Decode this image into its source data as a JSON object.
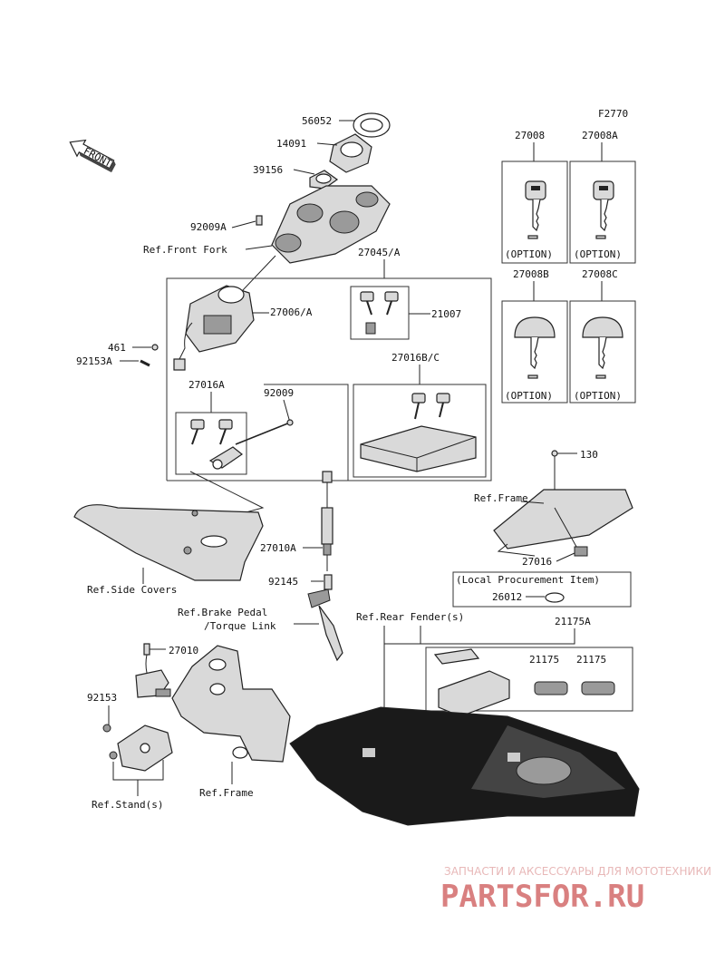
{
  "diagram_id": "F2770",
  "front_label": "FRONT",
  "labels": {
    "p56052": "56052",
    "p14091": "14091",
    "p39156": "39156",
    "p92009A": "92009A",
    "ref_front_fork": "Ref.Front Fork",
    "p27045A": "27045/A",
    "p27006A": "27006/A",
    "p21007": "21007",
    "p461": "461",
    "p92153A": "92153A",
    "p27016BC": "27016B/C",
    "p27016A": "27016A",
    "p92009": "92009",
    "p27008": "27008",
    "p27008A": "27008A",
    "p27008B": "27008B",
    "p27008C": "27008C",
    "option": "(OPTION)",
    "p130": "130",
    "ref_frame_1": "Ref.Frame",
    "p27016": "27016",
    "local_procurement": "(Local Procurement Item)",
    "p26012": "26012",
    "p27010A": "27010A",
    "p92145": "92145",
    "ref_side_covers": "Ref.Side Covers",
    "ref_brake_pedal": "Ref.Brake Pedal",
    "torque_link": "/Torque Link",
    "ref_rear_fender": "Ref.Rear Fender(s)",
    "p21175A": "21175A",
    "p21175_1": "21175",
    "p21175_2": "21175",
    "p27010": "27010",
    "p92153": "92153",
    "ref_stand": "Ref.Stand(s)",
    "ref_frame_2": "Ref.Frame"
  },
  "watermark": {
    "top": "ЗАПЧАСТИ И АКСЕССУАРЫ ДЛЯ МОТОТЕХНИКИ",
    "brand": "PARTSFOR.RU"
  }
}
